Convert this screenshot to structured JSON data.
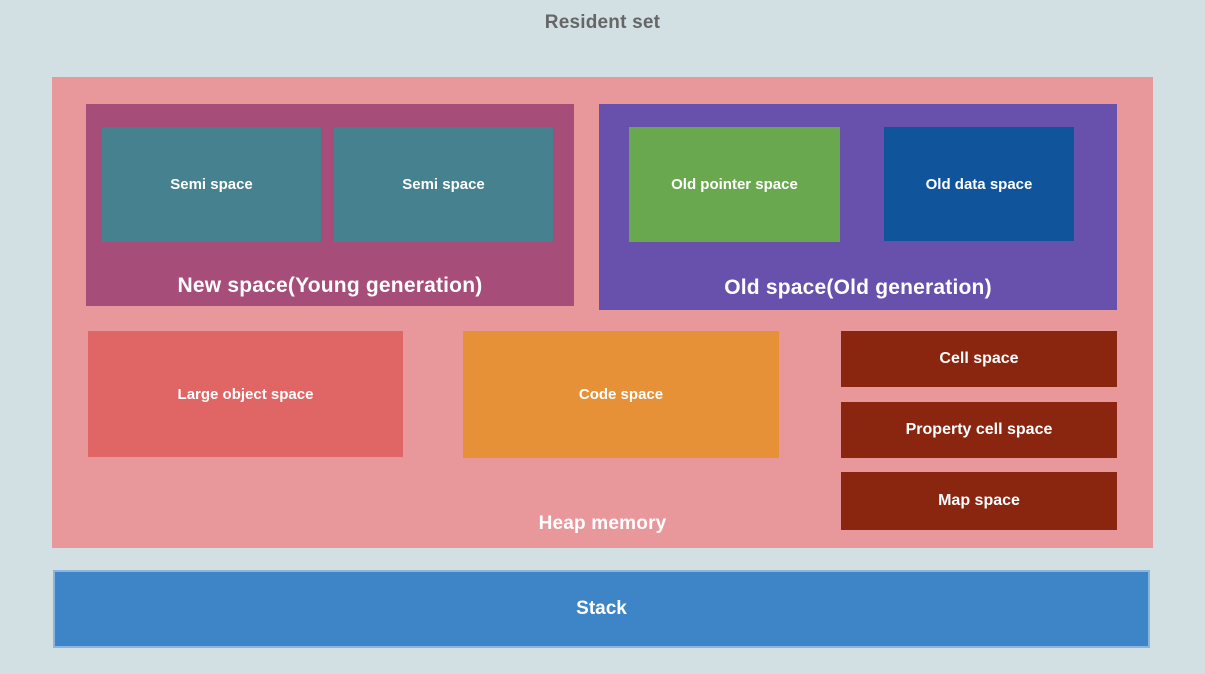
{
  "title": "Resident set",
  "colors": {
    "bg": "#d2e0e4",
    "title-text": "#666666",
    "box-text": "#ffffff",
    "heap": "#e8979b",
    "new-space": "#a64d79",
    "semi-space": "#45818e",
    "old-space": "#6751ad",
    "old-pointer-space": "#6aa84f",
    "old-data-space": "#10549c",
    "large-object-space": "#e06666",
    "code-space": "#e69138",
    "small-space": "#8a2510",
    "stack": "#3d85c6"
  },
  "heap": {
    "label": "Heap memory",
    "new_space": {
      "label": "New space(Young generation)",
      "semi_1": "Semi space",
      "semi_2": "Semi space"
    },
    "old_space": {
      "label": "Old space(Old generation)",
      "old_pointer": "Old pointer space",
      "old_data": "Old data space"
    },
    "large_object": "Large object space",
    "code": "Code space",
    "cell": "Cell space",
    "property_cell": "Property cell space",
    "map": "Map space"
  },
  "stack": {
    "label": "Stack"
  }
}
